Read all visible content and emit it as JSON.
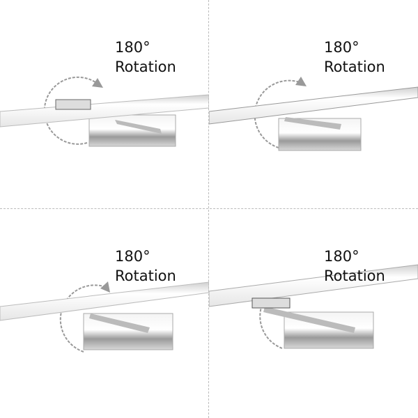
{
  "panels": [
    {
      "angle": "180°",
      "caption": "Rotation"
    },
    {
      "angle": "180°",
      "caption": "Rotation"
    },
    {
      "angle": "180°",
      "caption": "Rotation"
    },
    {
      "angle": "180°",
      "caption": "Rotation"
    }
  ]
}
